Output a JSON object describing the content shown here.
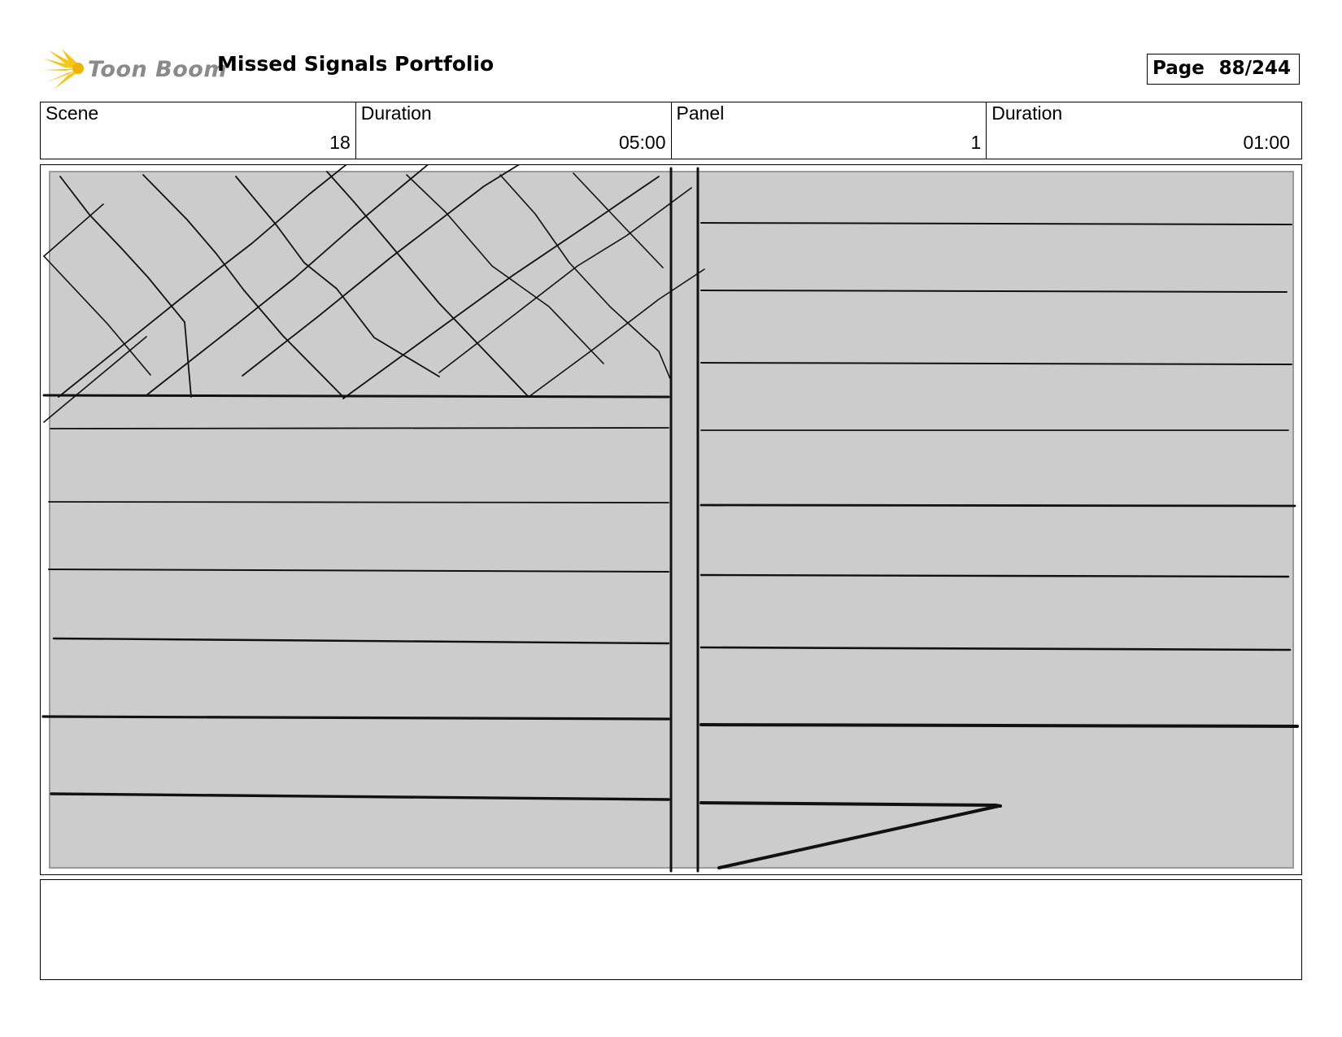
{
  "header": {
    "logo_text": "Toon Boom",
    "logo_icon": "toon-boom-starburst-icon",
    "title": "Missed Signals Portfolio",
    "page_label": "Page",
    "page_number": "88/244"
  },
  "info": {
    "scene_label": "Scene",
    "scene_value": "18",
    "scene_duration_label": "Duration",
    "scene_duration_value": "05:00",
    "panel_label": "Panel",
    "panel_value": "1",
    "panel_duration_label": "Duration",
    "panel_duration_value": "01:00"
  },
  "panel": {
    "background": "#cccccc",
    "stroke": "#111111",
    "accent": "#f5c518"
  },
  "notes": {
    "text": ""
  }
}
